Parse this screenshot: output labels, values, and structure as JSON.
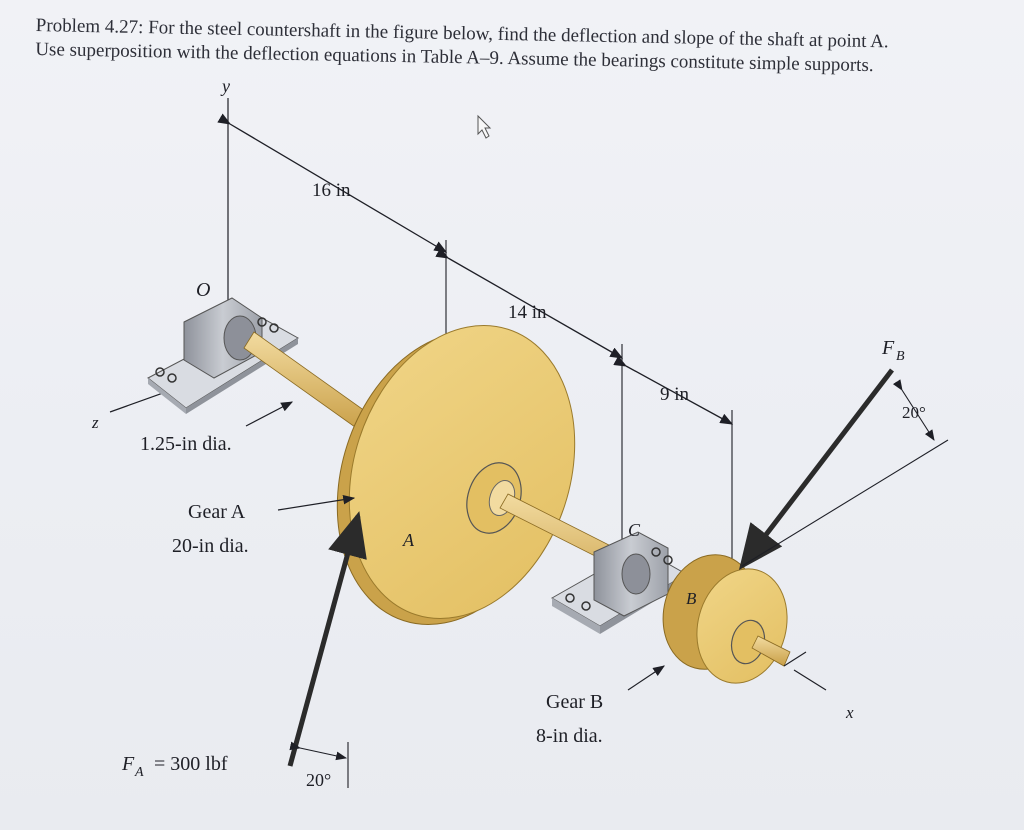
{
  "problem": {
    "line1": "Problem 4.27: For the steel countershaft in the figure below, find the deflection and slope of the shaft at point A.",
    "line2": "Use superposition with the deflection equations in Table A–9. Assume the bearings constitute simple supports."
  },
  "figure": {
    "axes": {
      "y": "y",
      "z": "z",
      "x": "x",
      "origin": "O"
    },
    "dimensions": {
      "d1": "16 in",
      "d2": "14 in",
      "d3": "9 in"
    },
    "shaft_label": "1.25-in dia.",
    "gear_a": {
      "name": "Gear A",
      "dia": "20-in dia.",
      "point": "A"
    },
    "gear_b": {
      "name": "Gear B",
      "dia": "8-in dia.",
      "point": "B"
    },
    "bearing_c": "C",
    "force_a": {
      "label": "F",
      "sub": "A",
      "value": "= 300 lbf",
      "angle": "20°"
    },
    "force_b": {
      "label": "F",
      "sub": "B",
      "angle": "20°"
    }
  },
  "colors": {
    "gear": "#e8c873",
    "gear_dark": "#c9a24c",
    "shaft": "#d8b25a",
    "bearing": "#b8bcc4",
    "force": "#2b2b2b"
  }
}
